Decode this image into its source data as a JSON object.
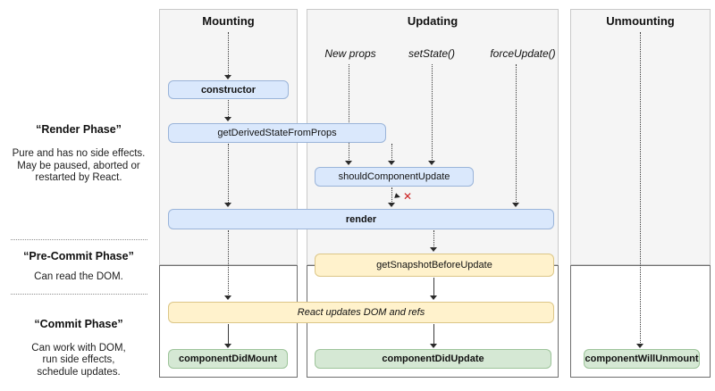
{
  "sidebar": {
    "render_phase": {
      "title": "“Render Phase”",
      "lines": [
        "Pure and has no side effects.",
        "May be paused, aborted or",
        "restarted by React."
      ]
    },
    "pre_commit_phase": {
      "title": "“Pre-Commit Phase”",
      "lines": [
        "Can read the DOM."
      ]
    },
    "commit_phase": {
      "title": "“Commit Phase”",
      "lines": [
        "Can work with DOM,",
        "run side effects,",
        "schedule updates."
      ]
    }
  },
  "columns": {
    "mounting": {
      "title": "Mounting"
    },
    "updating": {
      "title": "Updating",
      "triggers": [
        "New props",
        "setState()",
        "forceUpdate()"
      ]
    },
    "unmounting": {
      "title": "Unmounting"
    }
  },
  "nodes": {
    "constructor": "constructor",
    "get_derived_state_from_props": "getDerivedStateFromProps",
    "should_component_update": "shouldComponentUpdate",
    "render": "render",
    "get_snapshot_before_update": "getSnapshotBeforeUpdate",
    "react_updates_dom": "React updates DOM and refs",
    "component_did_mount": "componentDidMount",
    "component_did_update": "componentDidUpdate",
    "component_will_unmount": "componentWillUnmount"
  },
  "annotations": {
    "stop_update_mark": "✕"
  },
  "colors": {
    "node_blue_fill": "#dae8fc",
    "node_blue_border": "#9ab4d9",
    "node_yellow_fill": "#fff2cc",
    "node_yellow_border": "#dcc687",
    "node_green_fill": "#d5e8d4",
    "node_green_border": "#9dc49a",
    "column_bg": "#f5f5f5",
    "stop_mark_red": "#cc2222"
  }
}
